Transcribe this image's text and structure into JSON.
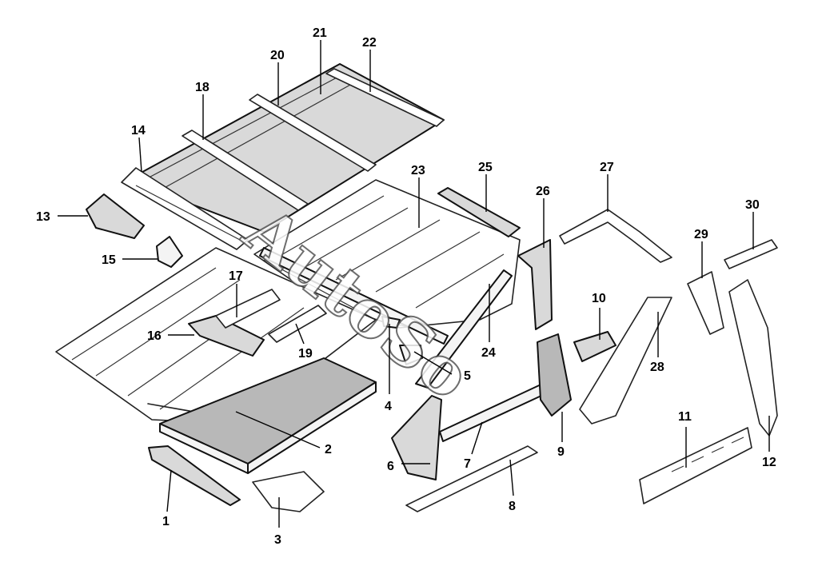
{
  "watermark": "AutoSo",
  "callouts": [
    {
      "id": "c1",
      "text": "1"
    },
    {
      "id": "c2",
      "text": "2"
    },
    {
      "id": "c3",
      "text": "3"
    },
    {
      "id": "c4",
      "text": "4"
    },
    {
      "id": "c5",
      "text": "5"
    },
    {
      "id": "c6",
      "text": "6"
    },
    {
      "id": "c7",
      "text": "7"
    },
    {
      "id": "c8",
      "text": "8"
    },
    {
      "id": "c9",
      "text": "9"
    },
    {
      "id": "c10",
      "text": "10"
    },
    {
      "id": "c11",
      "text": "11"
    },
    {
      "id": "c12",
      "text": "12"
    },
    {
      "id": "c13",
      "text": "13"
    },
    {
      "id": "c14",
      "text": "14"
    },
    {
      "id": "c15",
      "text": "15"
    },
    {
      "id": "c16",
      "text": "16"
    },
    {
      "id": "c17",
      "text": "17"
    },
    {
      "id": "c18",
      "text": "18"
    },
    {
      "id": "c19",
      "text": "19"
    },
    {
      "id": "c20",
      "text": "20"
    },
    {
      "id": "c21",
      "text": "21"
    },
    {
      "id": "c22",
      "text": "22"
    },
    {
      "id": "c23",
      "text": "23"
    },
    {
      "id": "c24",
      "text": "24"
    },
    {
      "id": "c25",
      "text": "25"
    },
    {
      "id": "c26",
      "text": "26"
    },
    {
      "id": "c27",
      "text": "27"
    },
    {
      "id": "c28",
      "text": "28"
    },
    {
      "id": "c29",
      "text": "29"
    },
    {
      "id": "c30",
      "text": "30"
    }
  ]
}
